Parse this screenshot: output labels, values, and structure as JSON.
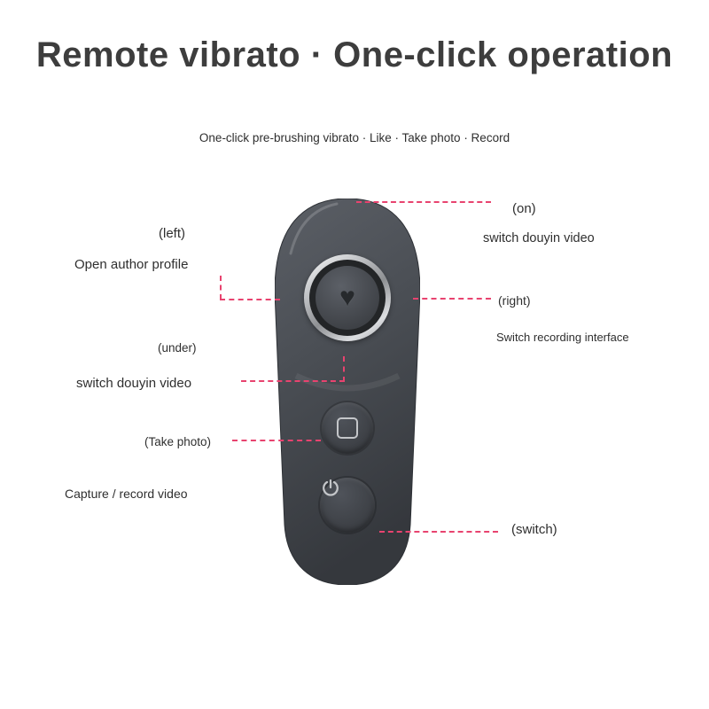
{
  "page": {
    "title": "Remote vibrato · One-click operation",
    "subtitle": "One-click pre-brushing vibrato · Like · Take photo · Record"
  },
  "annotations": [
    {
      "id": "on",
      "label": "(on)",
      "desc": "switch douyin video"
    },
    {
      "id": "left",
      "label": "(left)",
      "desc": "Open author profile"
    },
    {
      "id": "right",
      "label": "(right)",
      "desc": "Switch recording interface"
    },
    {
      "id": "under",
      "label": "(under)",
      "desc": "switch douyin video"
    },
    {
      "id": "take-photo",
      "label": "(Take photo)",
      "desc": "Capture / record video"
    },
    {
      "id": "switch",
      "label": "(switch)",
      "desc": ""
    }
  ],
  "icons": {
    "heart_glyph": "♥",
    "names": [
      "heart-icon",
      "photo-frame-icon",
      "power-icon"
    ]
  },
  "colors": {
    "accent_line": "#e8436f",
    "title_text": "#3d3d3d",
    "body_text": "#2f2f2f",
    "device_light": "#5b5f66",
    "device_dark": "#35383d",
    "chrome_ring": "#c3c5c8",
    "button_icon": "#c4c6c9"
  }
}
